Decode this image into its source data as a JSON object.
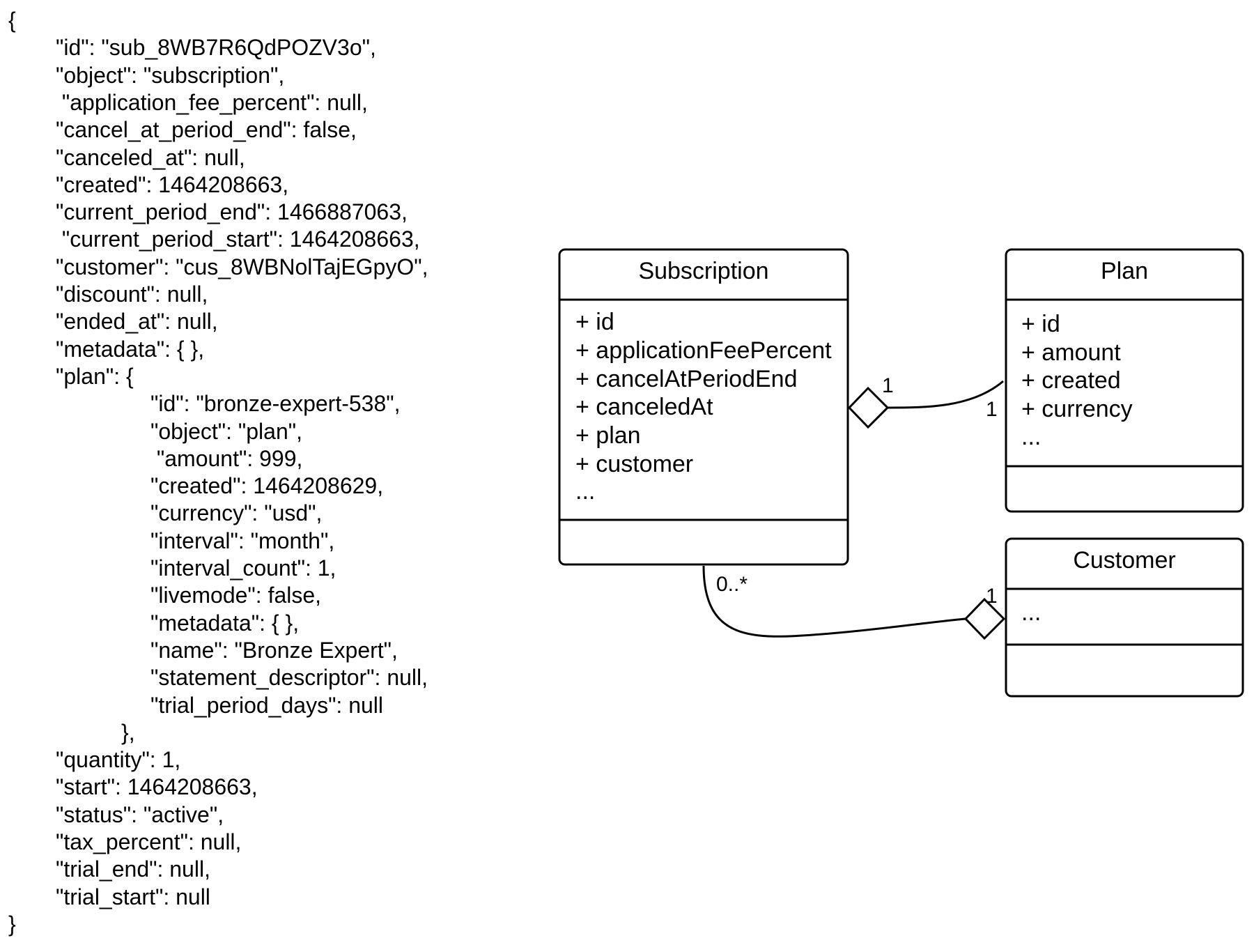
{
  "json_lines": [
    "{",
    "\"id\": \"sub_8WB7R6QdPOZV3o\",",
    "\"object\": \"subscription\",",
    " \"application_fee_percent\": null,",
    "\"cancel_at_period_end\": false,",
    "\"canceled_at\": null,",
    "\"created\": 1464208663,",
    "\"current_period_end\": 1466887063,",
    " \"current_period_start\": 1464208663,",
    "\"customer\": \"cus_8WBNolTajEGpyO\",",
    "\"discount\": null,",
    "\"ended_at\": null,",
    "\"metadata\": { },",
    "\"plan\": {",
    "\"id\": \"bronze-expert-538\",",
    "\"object\": \"plan\",",
    " \"amount\": 999,",
    "\"created\": 1464208629,",
    "\"currency\": \"usd\",",
    "\"interval\": \"month\",",
    "\"interval_count\": 1,",
    "\"livemode\": false,",
    "\"metadata\": { },",
    "\"name\": \"Bronze Expert\",",
    "\"statement_descriptor\": null,",
    "\"trial_period_days\": null",
    "},",
    "\"quantity\": 1,",
    "\"start\": 1464208663,",
    "\"status\": \"active\",",
    "\"tax_percent\": null,",
    "\"trial_end\": null,",
    "\"trial_start\": null",
    "}"
  ],
  "classes": {
    "subscription": {
      "name": "Subscription",
      "attributes": [
        "+ id",
        "+ applicationFeePercent",
        "+ cancelAtPeriodEnd",
        "+ canceledAt",
        "+ plan",
        "+ customer",
        "..."
      ]
    },
    "plan": {
      "name": "Plan",
      "attributes": [
        "+ id",
        "+ amount",
        "+ created",
        "+ currency",
        "..."
      ]
    },
    "customer": {
      "name": "Customer",
      "attributes": [
        "..."
      ]
    }
  },
  "associations": {
    "subscription_plan": {
      "subscription_end": "1",
      "plan_end": "1"
    },
    "subscription_customer": {
      "subscription_end": "0..*",
      "customer_end": "1"
    }
  }
}
